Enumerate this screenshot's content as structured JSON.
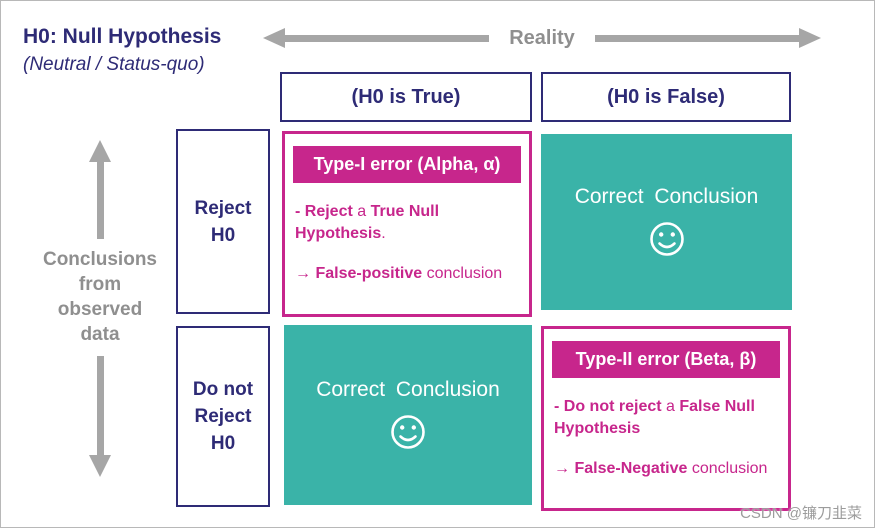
{
  "title": {
    "line1": "H0: Null Hypothesis",
    "line2": "(Neutral / Status-quo)"
  },
  "axes": {
    "reality_label": "Reality",
    "conclusions_label": "Conclusions from observed data"
  },
  "column_headers": {
    "h0_true": "(H0 is True)",
    "h0_false": "(H0 is False)"
  },
  "row_labels": {
    "reject": "Reject H0",
    "do_not_reject": "Do not Reject H0"
  },
  "cells": {
    "type1": {
      "header": "Type-I error (Alpha, α)",
      "desc": {
        "l1_b1": "- Reject",
        "l1_r1": " a ",
        "l1_b2": "True Null",
        "l2_b": "Hypothesis",
        "l2_r": "."
      },
      "conclusion": {
        "arrow": "→ ",
        "bold": "False-positive",
        "rest": " conclusion"
      }
    },
    "correct_top": {
      "label": "Correct Conclusion",
      "icon": "smiley-face"
    },
    "correct_bottom": {
      "label": "Correct Conclusion",
      "icon": "smiley-face"
    },
    "type2": {
      "header": "Type-II error (Beta, β)",
      "desc": {
        "l1_b1": "- Do not reject",
        "l1_r1": " a ",
        "l1_b2": "False Null",
        "l2_b": "Hypothesis",
        "l2_r": ""
      },
      "conclusion": {
        "arrow": "→ ",
        "bold": "False-Negative",
        "rest": " conclusion"
      }
    }
  },
  "colors": {
    "navy": "#2e2b76",
    "magenta": "#c7268c",
    "teal": "#3ab3a8",
    "arrow_gray": "#a6a6a6",
    "label_gray": "#8f8f8f"
  },
  "watermark": "CSDN @镰刀韭菜"
}
